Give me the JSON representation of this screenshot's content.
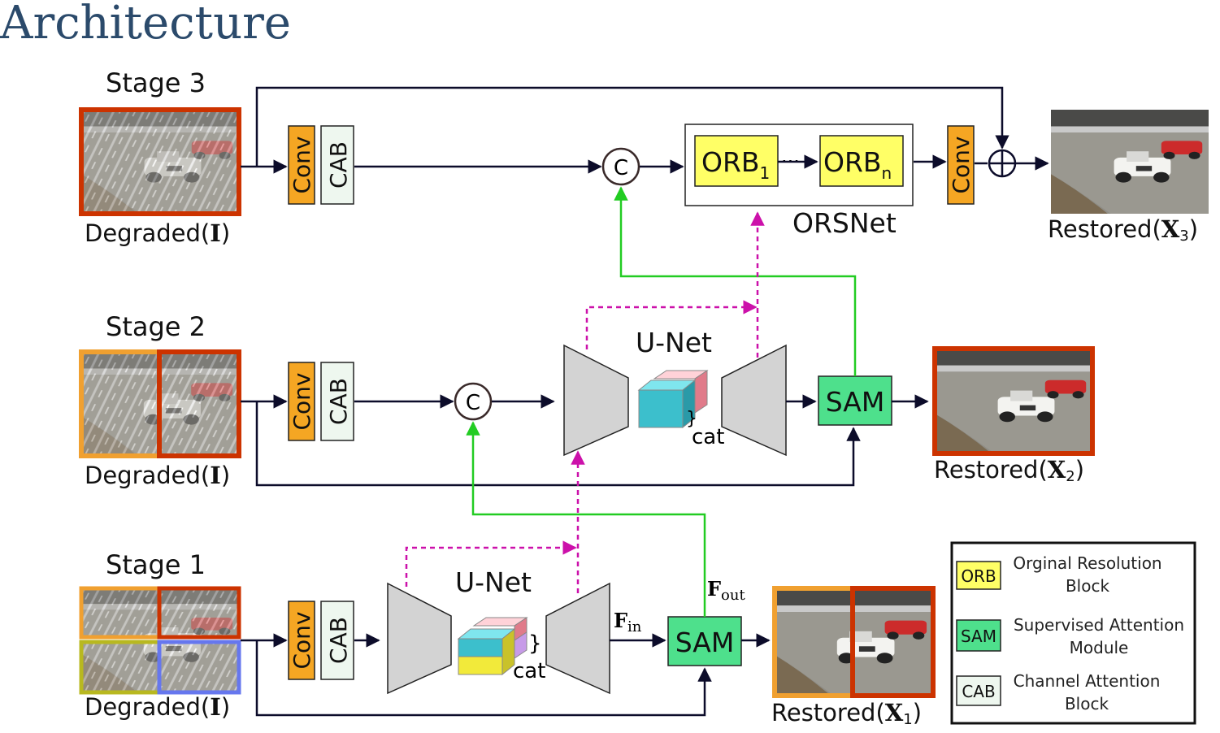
{
  "title": "Architecture",
  "blocks": {
    "conv": "Conv",
    "cab": "CAB",
    "concat": "C",
    "sam": "SAM",
    "unet": "U-Net",
    "cat": "cat",
    "orsnet": "ORSNet"
  },
  "orb": {
    "prefix": "ORB",
    "first_sub": "1",
    "last_sub": "n",
    "dots": "···"
  },
  "features": {
    "fin_main": "F",
    "fin_sub": "in",
    "fout_main": "F",
    "fout_sub": "out"
  },
  "stages": [
    {
      "label": "Stage 3",
      "input_caption_main": "Degraded(",
      "input_caption_bold": "I",
      "input_caption_end": ")",
      "output_caption_main": "Restored(",
      "output_caption_bold": "X",
      "output_caption_sub": "3",
      "output_caption_end": ")"
    },
    {
      "label": "Stage 2",
      "input_caption_main": "Degraded(",
      "input_caption_bold": "I",
      "input_caption_end": ")",
      "output_caption_main": "Restored(",
      "output_caption_bold": "X",
      "output_caption_sub": "2",
      "output_caption_end": ")"
    },
    {
      "label": "Stage 1",
      "input_caption_main": "Degraded(",
      "input_caption_bold": "I",
      "input_caption_end": ")",
      "output_caption_main": "Restored(",
      "output_caption_bold": "X",
      "output_caption_sub": "1",
      "output_caption_end": ")"
    }
  ],
  "legend": [
    {
      "abbr": "ORB",
      "line1": "Orginal Resolution",
      "line2": "Block"
    },
    {
      "abbr": "SAM",
      "line1": "Supervised Attention",
      "line2": "Module"
    },
    {
      "abbr": "CAB",
      "line1": "Channel Attention",
      "line2": "Block"
    }
  ],
  "colors": {
    "title": "#2b4a6b",
    "conv": "#f5a623",
    "cab": "#eef7ef",
    "sam": "#4ee08c",
    "orb": "#ffff66",
    "unet": "#d3d3d3",
    "arrow": "#0c0c2a",
    "green_link": "#22cc22",
    "magenta_link": "#cc11aa",
    "frame_red": "#cc3300",
    "frame_orange": "#f0a030",
    "frame_olive": "#b8b820",
    "frame_blue": "#6677ee"
  }
}
